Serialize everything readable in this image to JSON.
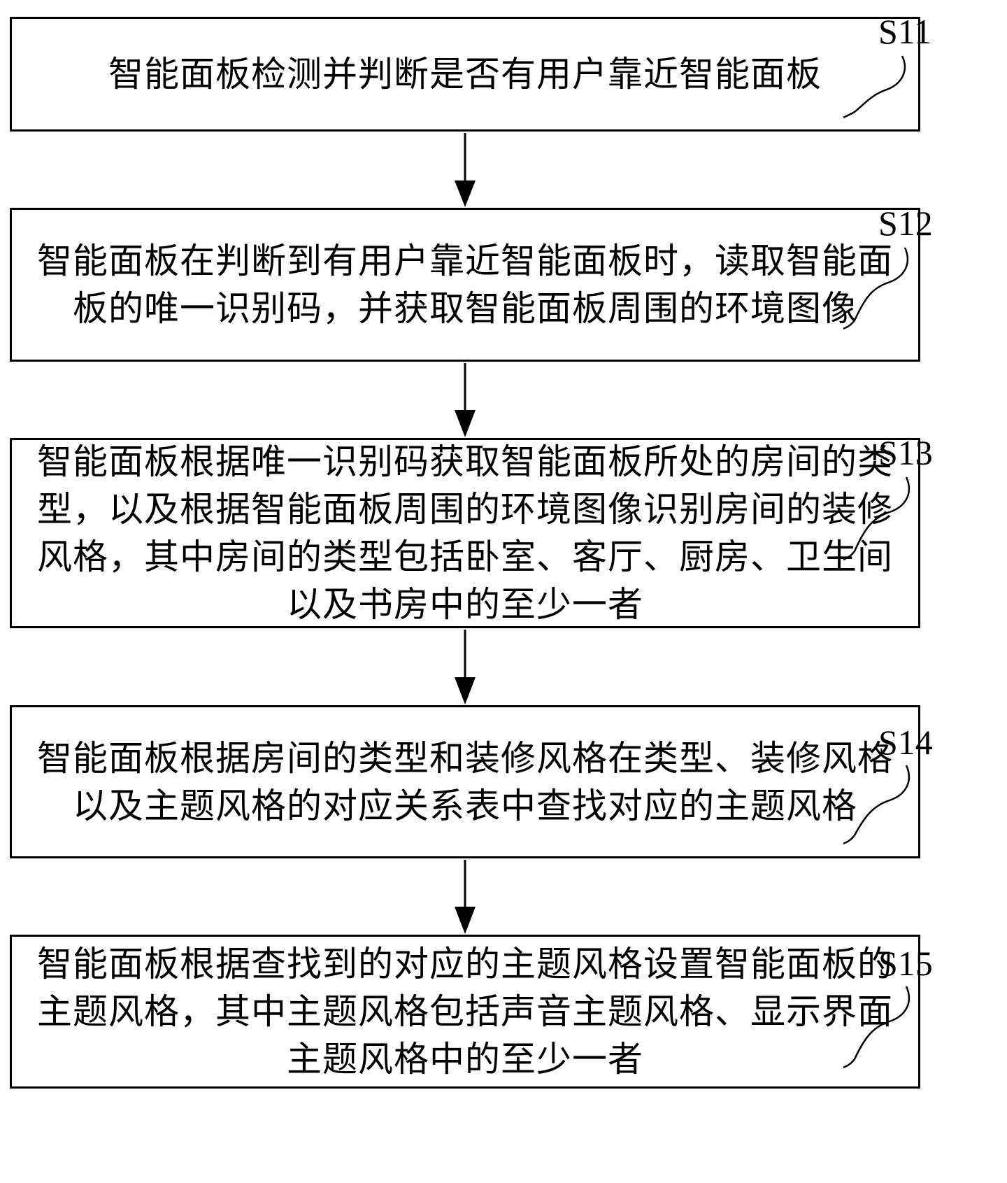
{
  "steps": [
    {
      "id": "S11",
      "text": "智能面板检测并判断是否有用户靠近智能面板"
    },
    {
      "id": "S12",
      "text": "智能面板在判断到有用户靠近智能面板时，读取智能面板的唯一识别码，并获取智能面板周围的环境图像"
    },
    {
      "id": "S13",
      "text": "智能面板根据唯一识别码获取智能面板所处的房间的类型，以及根据智能面板周围的环境图像识别房间的装修风格，其中房间的类型包括卧室、客厅、厨房、卫生间以及书房中的至少一者"
    },
    {
      "id": "S14",
      "text": "智能面板根据房间的类型和装修风格在类型、装修风格以及主题风格的对应关系表中查找对应的主题风格"
    },
    {
      "id": "S15",
      "text": "智能面板根据查找到的对应的主题风格设置智能面板的主题风格，其中主题风格包括声音主题风格、显示界面主题风格中的至少一者"
    }
  ]
}
